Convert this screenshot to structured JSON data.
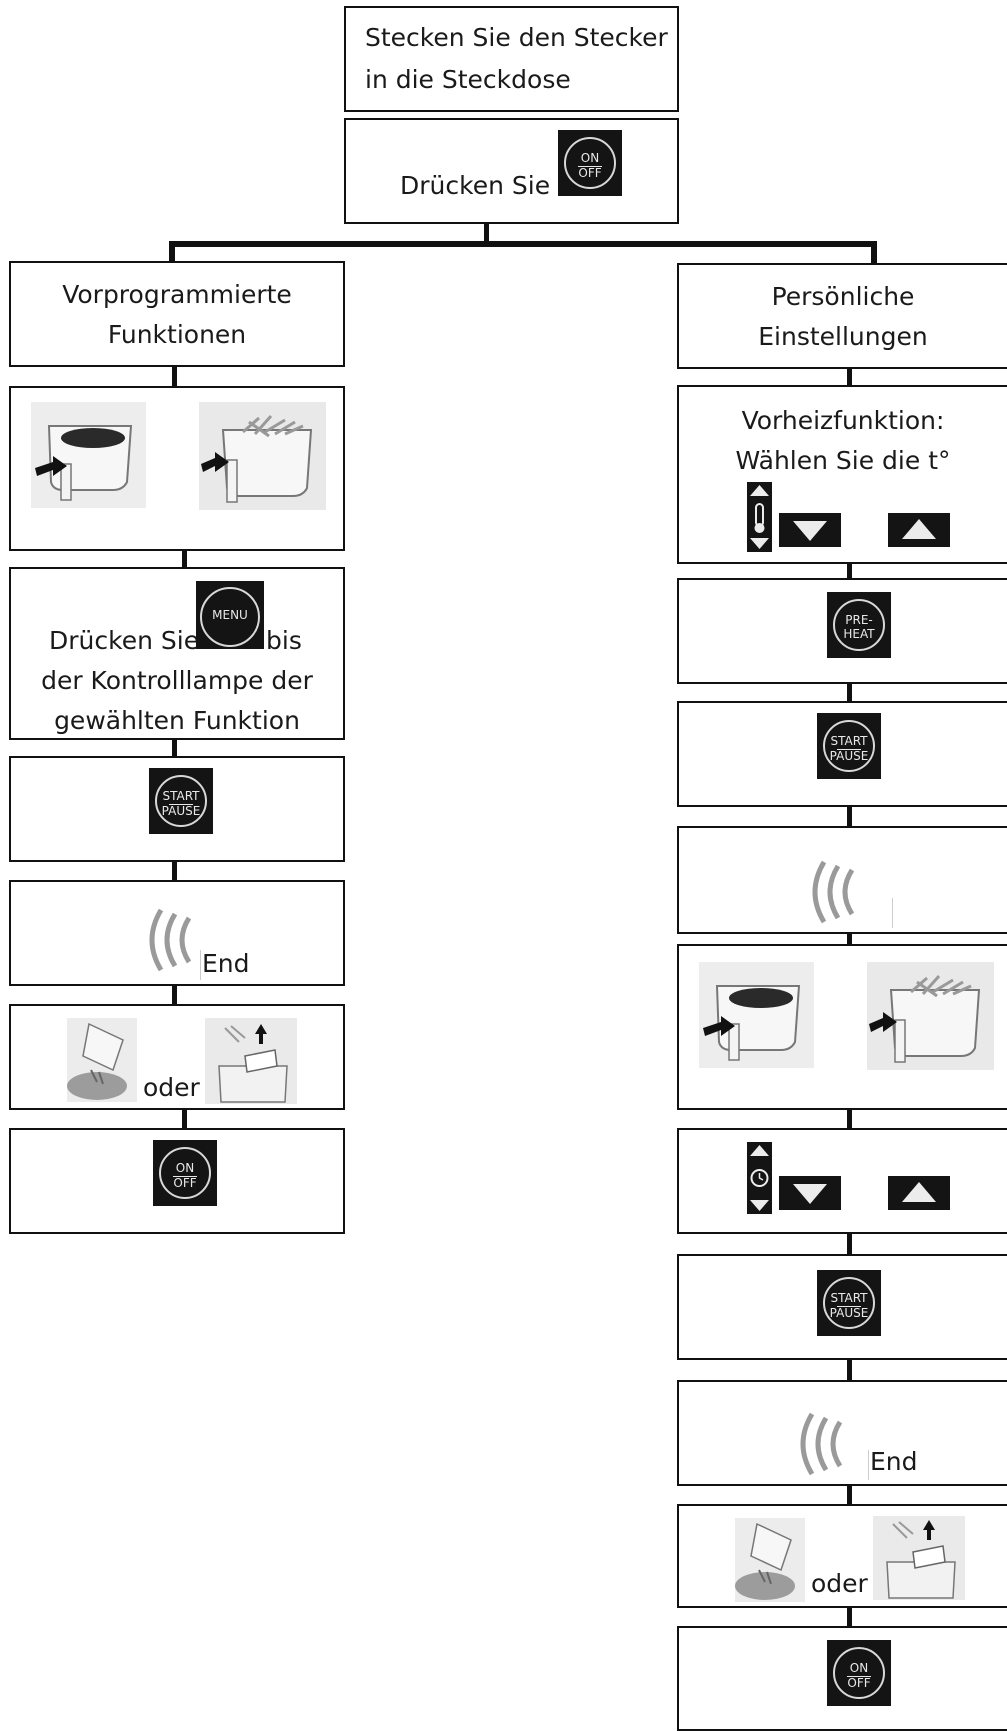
{
  "start": {
    "line1": "Stecken Sie den Stecker",
    "line2": "in die Steckdose",
    "press": "Drücken Sie",
    "onoff_top": "ON",
    "onoff_bottom": "OFF"
  },
  "left": {
    "title_line1": "Vorprogrammierte",
    "title_line2": "Funktionen",
    "menu_text_part1": "Drücken Sie",
    "menu_button": "MENU",
    "menu_text_part2": "bis",
    "menu_line2": "der Kontrolllampe der",
    "menu_line3": "gewählten Funktion",
    "start_top": "START",
    "start_bottom": "PAUSE",
    "end_label": "End",
    "oder": "oder",
    "onoff_top": "ON",
    "onoff_bottom": "OFF"
  },
  "right": {
    "title_line1": "Persönliche",
    "title_line2": "Einstellungen",
    "preheat_line1": "Vorheizfunktion:",
    "preheat_line2": "Wählen Sie die t°",
    "preheat_top": "PRE-",
    "preheat_bottom": "HEAT",
    "start_top": "START",
    "start_bottom": "PAUSE",
    "start2_top": "START",
    "start2_bottom": "PAUSE",
    "end_label": "End",
    "oder": "oder",
    "onoff_top": "ON",
    "onoff_bottom": "OFF"
  },
  "icons": {
    "down_arrow": "down-triangle-icon",
    "up_arrow": "up-triangle-icon",
    "thermometer": "thermometer-icon",
    "clock": "clock-icon",
    "sound": "sound-waves-icon"
  },
  "colors": {
    "button_bg": "#141414",
    "wave_gray": "#9a9a9a",
    "line": "#111111"
  }
}
